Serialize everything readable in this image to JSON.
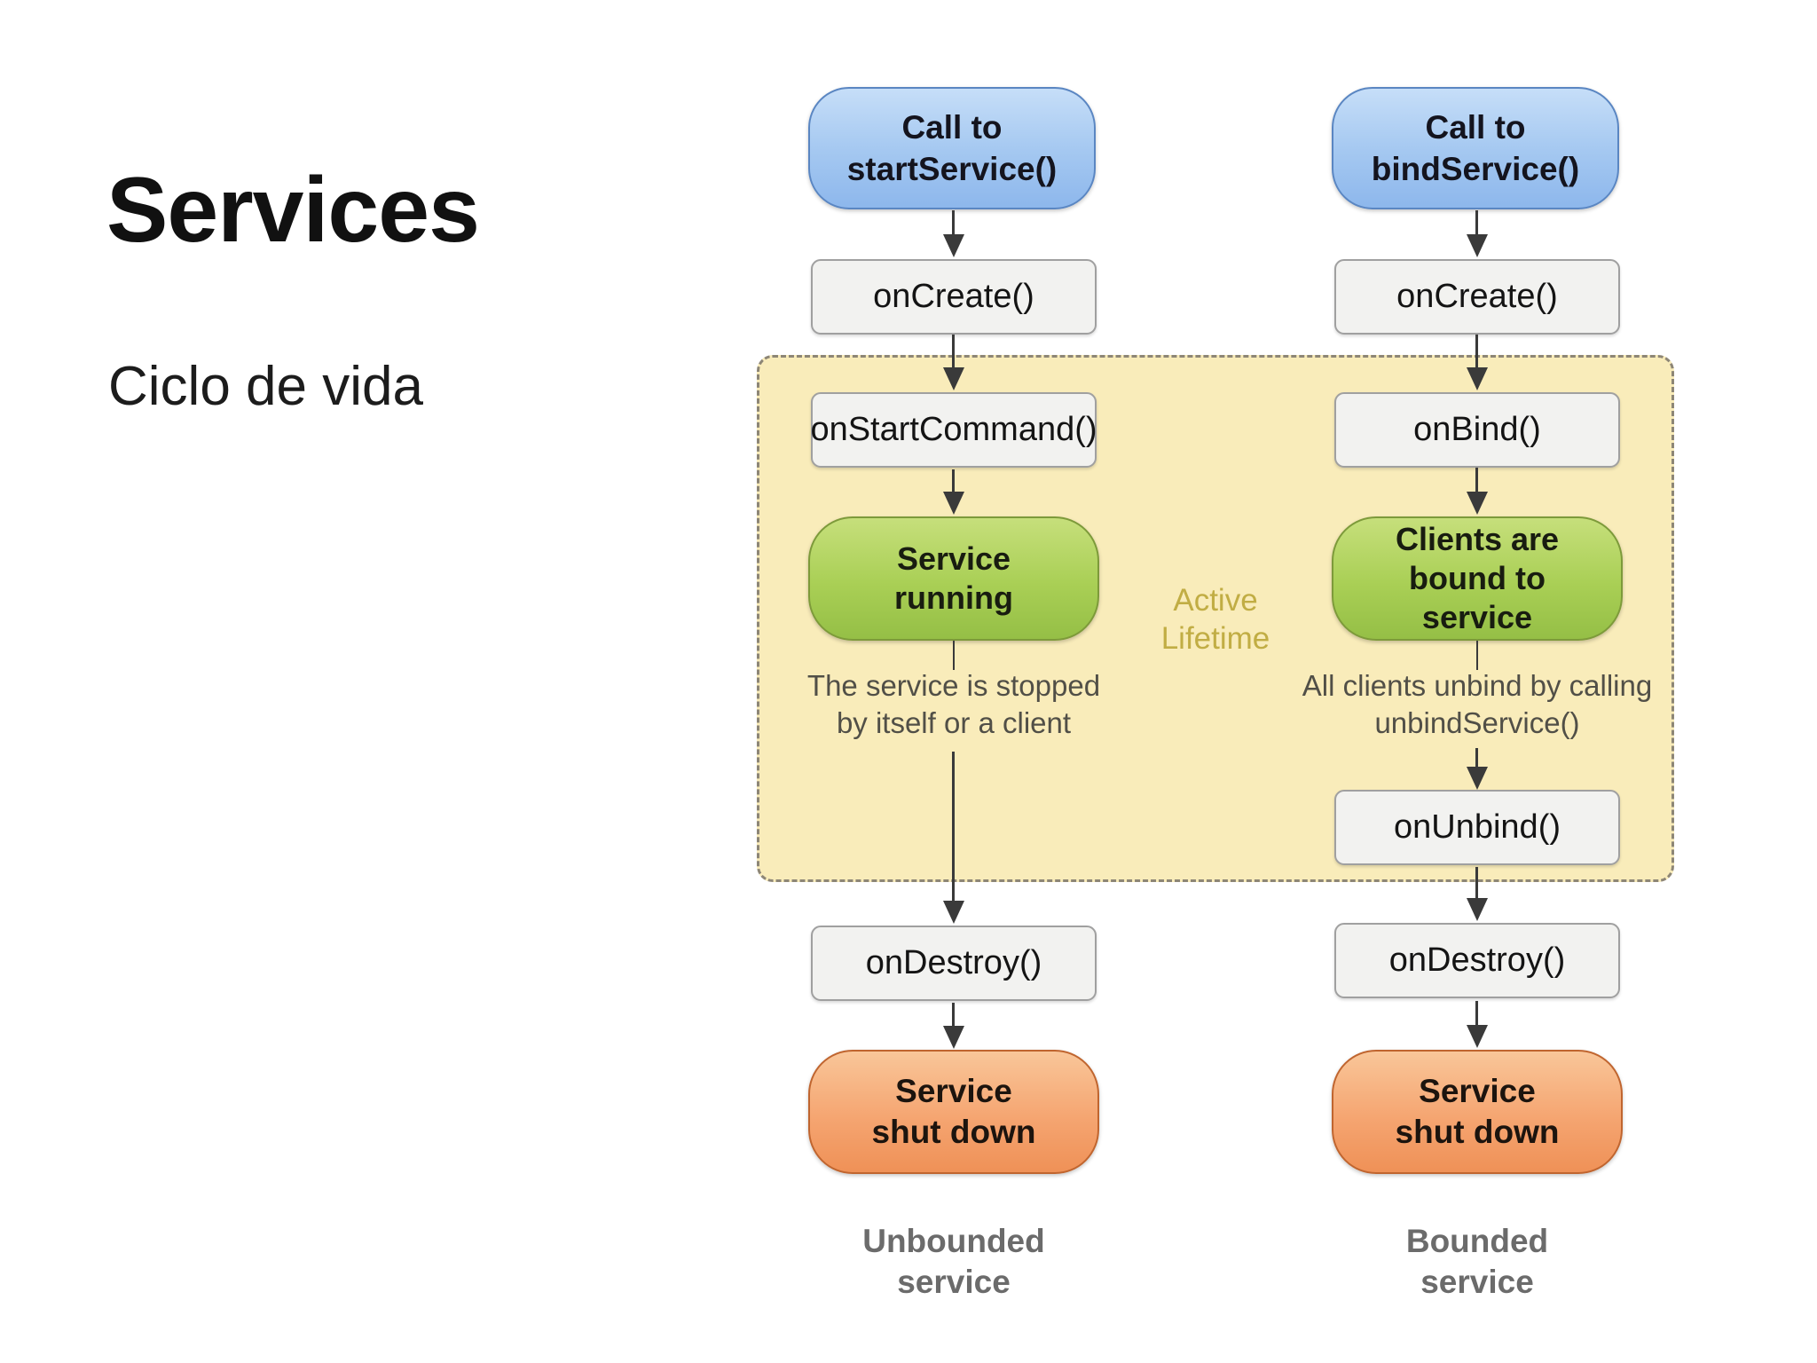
{
  "slide": {
    "title": "Services",
    "subtitle": "Ciclo de vida"
  },
  "diagram": {
    "active_lifetime_label": "Active\nLifetime",
    "left_column": {
      "call": "Call to\nstartService()",
      "on_create": "onCreate()",
      "on_start_command": "onStartCommand()",
      "state": "Service\nrunning",
      "note": "The service is stopped\nby itself or a client",
      "on_destroy": "onDestroy()",
      "shutdown": "Service\nshut down",
      "caption": "Unbounded\nservice"
    },
    "right_column": {
      "call": "Call to\nbindService()",
      "on_create": "onCreate()",
      "on_bind": "onBind()",
      "state": "Clients are\nbound to\nservice",
      "note": "All clients unbind by calling\nunbindService()",
      "on_unbind": "onUnbind()",
      "on_destroy": "onDestroy()",
      "shutdown": "Service\nshut down",
      "caption": "Bounded\nservice"
    },
    "colors": {
      "call_fill": "#a6c9f1",
      "call_border": "#5a86c2",
      "state_fill": "#a9cf55",
      "state_border": "#7d9a3a",
      "shutdown_fill": "#f5a571",
      "shutdown_border": "#c0652f",
      "callback_fill": "#f2f2f0",
      "callback_border": "#a0a0a0",
      "lifetime_fill": "#f9ecba",
      "lifetime_border": "#8d8676",
      "lifetime_text": "#c1ad44",
      "arrow": "#3a3a3a"
    }
  }
}
